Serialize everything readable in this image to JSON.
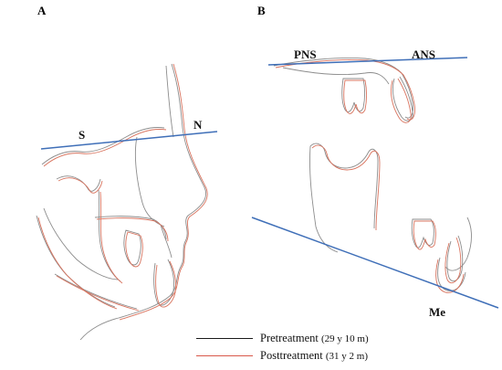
{
  "panels": [
    {
      "letter": "A"
    },
    {
      "letter": "B"
    }
  ],
  "landmarks": {
    "s": "S",
    "n": "N",
    "pns": "PNS",
    "ans": "ANS",
    "me": "Me"
  },
  "legend": {
    "items": [
      {
        "label": "Pretreatment",
        "detail": "(29 y 10 m)",
        "color": "#1a1a1a"
      },
      {
        "label": "Posttreatment",
        "detail": "(31 y 2 m)",
        "color": "#d9584a"
      }
    ]
  },
  "colors": {
    "reference_line": "#3f6fb8",
    "pretreatment_tracing": "#8c8c8c",
    "posttreatment_tracing": "#d9745f"
  }
}
